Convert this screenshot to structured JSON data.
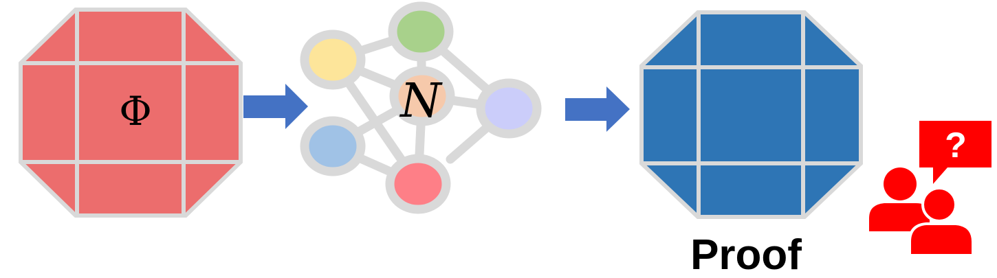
{
  "input_block": {
    "symbol": "Φ",
    "color": "#ec6d6d"
  },
  "network": {
    "label": "N",
    "node_colors": [
      "#fde59a",
      "#a8d18b",
      "#f6c9ab",
      "#cbcdfa",
      "#a0c2e6",
      "#fe7f87"
    ]
  },
  "output_block": {
    "color": "#2e75b5"
  },
  "proof_label": "Proof",
  "reviewer": {
    "question_mark": "?",
    "color": "#ff0000"
  },
  "arrow_color": "#4472c4",
  "grid_line_color": "#d9d9d9"
}
